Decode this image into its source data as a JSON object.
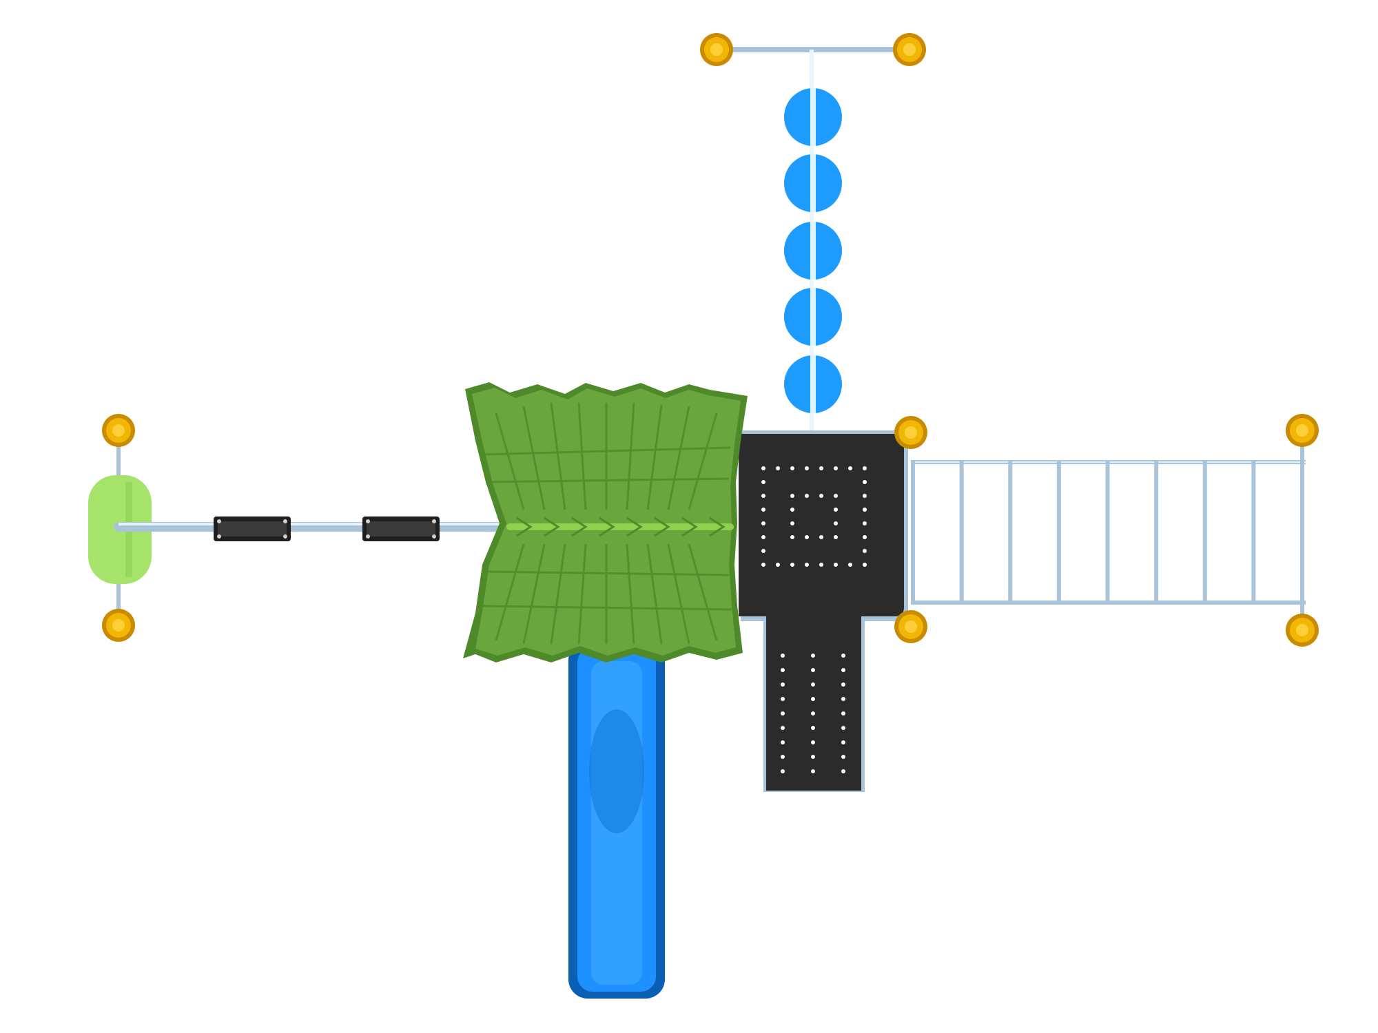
{
  "scene": {
    "description_visible_text": "",
    "colors": {
      "background": "#ffffff",
      "post_yellow": "#f2b705",
      "post_yellow_dark": "#c98c00",
      "pipe": "#a9c4d8",
      "pipe_dark": "#7f9fb6",
      "canopy_green": "#6aa53d",
      "canopy_green_dark": "#4f8a2a",
      "canopy_highlight": "#8fd14f",
      "deck_black": "#2b2b2b",
      "deck_dot": "#ffffff",
      "slide_blue": "#1e90ff",
      "slide_blue_dark": "#0b5fb3",
      "stepping_disc_blue": "#1e9bff",
      "seat_green": "#a6e36a",
      "grip_black": "#1f1f1f"
    },
    "components": {
      "top_bar_label": "",
      "stepping_discs_count": 5,
      "ladder_rungs_count": 8,
      "monkey_grips_count": 2
    }
  }
}
